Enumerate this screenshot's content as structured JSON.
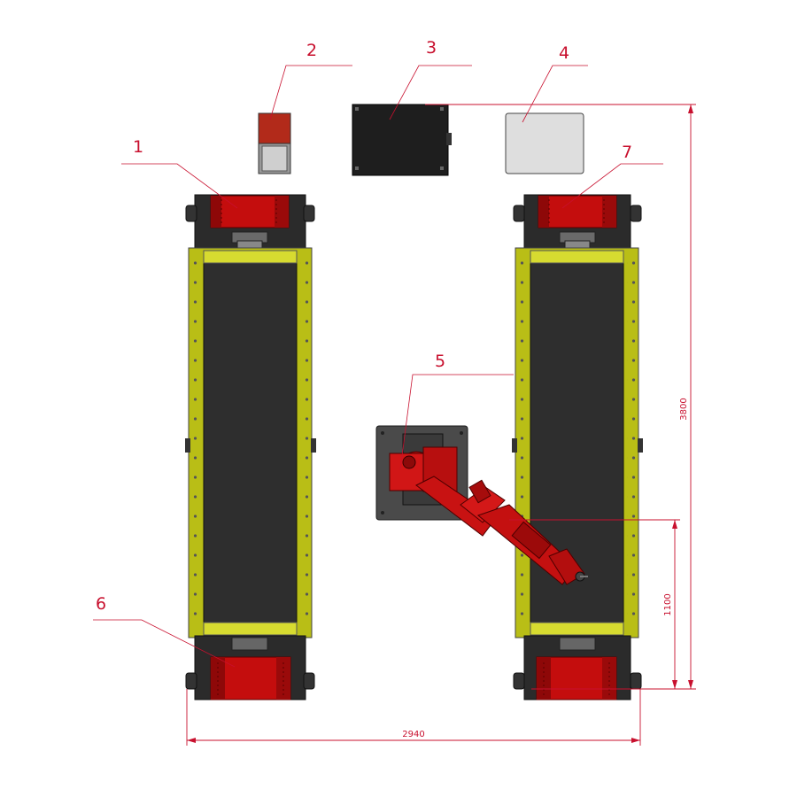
{
  "callouts": [
    {
      "id": "1",
      "label": "1"
    },
    {
      "id": "2",
      "label": "2"
    },
    {
      "id": "3",
      "label": "3"
    },
    {
      "id": "4",
      "label": "4"
    },
    {
      "id": "5",
      "label": "5"
    },
    {
      "id": "6",
      "label": "6"
    },
    {
      "id": "7",
      "label": "7"
    }
  ],
  "dimensions": {
    "overall_height": "3800",
    "robot_offset": "1100",
    "overall_width": "2940"
  },
  "colors": {
    "callout_red": "#c8102e",
    "frame_yellow": "#b9be16",
    "belt_dark": "#2e2e2e",
    "motor_red": "#c40d0d",
    "cabinet_black": "#1e1e1e",
    "panel_grey": "#dedede",
    "base_grey": "#4a4a4a"
  }
}
